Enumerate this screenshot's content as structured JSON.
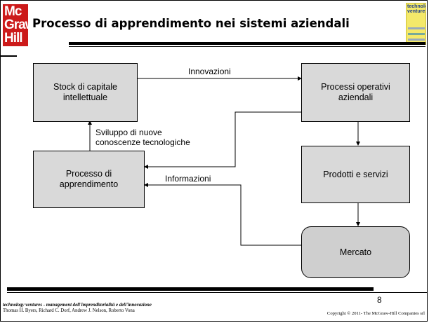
{
  "logo": {
    "lines": [
      "Mc",
      "Graw",
      "Hill"
    ]
  },
  "slide": {
    "title": "Processo di apprendimento nei sistemi aziendali"
  },
  "book_cover": {
    "text": "technology ventures"
  },
  "diagram": {
    "nodes": {
      "stock": "Stock di capitale\nintellettuale",
      "processi": "Processi operativi\naziendali",
      "apprendimento": "Processo di\napprendimento",
      "prodotti": "Prodotti e servizi",
      "mercato": "Mercato"
    },
    "edges": {
      "innovazioni": "Innovazioni",
      "sviluppo": "Sviluppo di nuove\nconoscenze tecnologiche",
      "informazioni": "Informazioni"
    }
  },
  "page_number": "8",
  "footer": {
    "book_title": "technology ventures - management dell'imprenditorialità e dell'innovazione",
    "authors": "Thomas H. Byers, Richard C. Dorf, Andrew J. Nelson, Roberto Vona",
    "copyright": "Copyright © 2011- The McGraw-Hill Companies srl"
  },
  "colors": {
    "logo_red": "#cc1a1a",
    "box_fill": "#d9d9d9"
  }
}
